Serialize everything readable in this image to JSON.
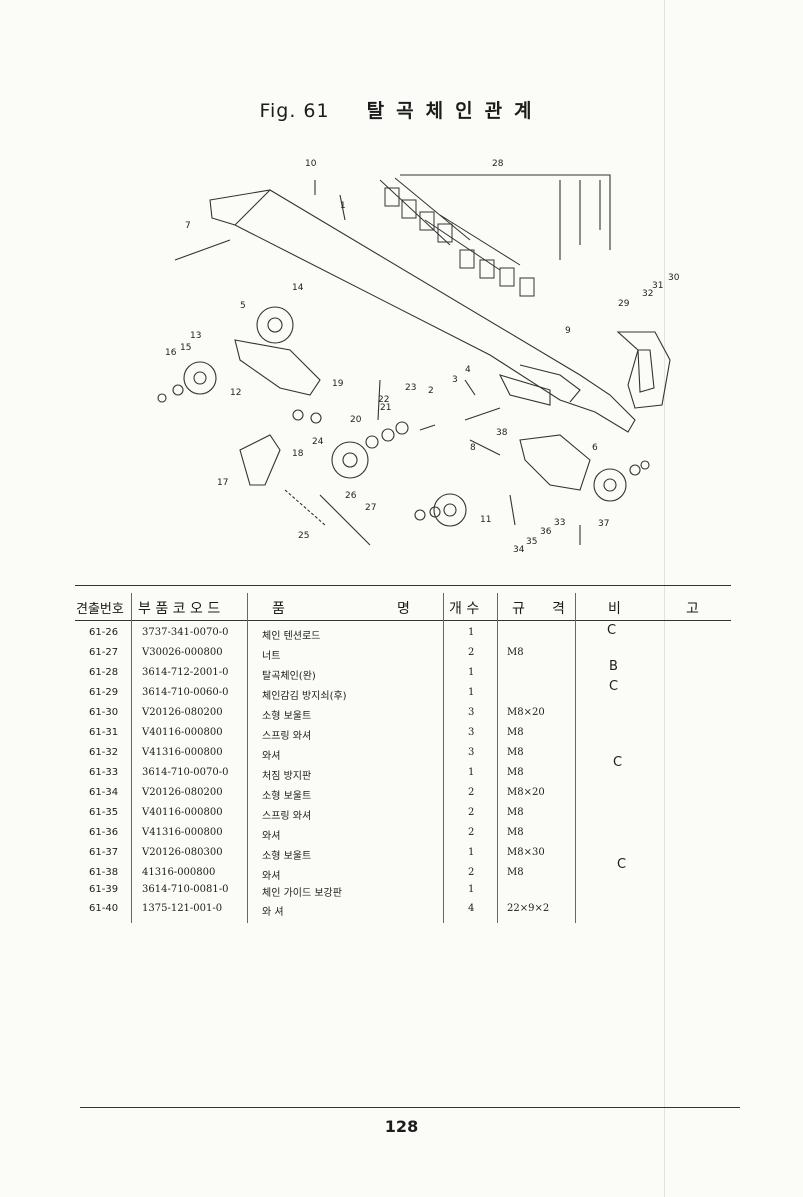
{
  "figure": {
    "number": "Fig. 61",
    "name": "탈곡체인관계"
  },
  "diagram_callouts": [
    "1",
    "2",
    "3",
    "4",
    "5",
    "6",
    "7",
    "8",
    "9",
    "10",
    "11",
    "12",
    "13",
    "14",
    "15",
    "16",
    "17",
    "18",
    "19",
    "20",
    "21",
    "22",
    "23",
    "24",
    "25",
    "26",
    "27",
    "28",
    "29",
    "30",
    "31",
    "32",
    "33",
    "34",
    "35",
    "36",
    "37",
    "38"
  ],
  "table": {
    "headers": [
      "견출번호",
      "부 품 코 오 드",
      "품",
      "명",
      "개 수",
      "규",
      "격",
      "비",
      "고"
    ],
    "rows": [
      {
        "code": "61-26",
        "part": "3737-341-0070-0",
        "name": "체인 텐션로드",
        "qty": "1",
        "spec": "",
        "note": "C"
      },
      {
        "code": "61-27",
        "part": "V30026-000800",
        "name": "너트",
        "qty": "2",
        "spec": "M8",
        "note": ""
      },
      {
        "code": "61-28",
        "part": "3614-712-2001-0",
        "name": "탈곡체인(완)",
        "qty": "1",
        "spec": "",
        "note": "B"
      },
      {
        "code": "61-29",
        "part": "3614-710-0060-0",
        "name": "체인감김 방지쇠(후)",
        "qty": "1",
        "spec": "",
        "note": "C"
      },
      {
        "code": "61-30",
        "part": "V20126-080200",
        "name": "소형 보울트",
        "qty": "3",
        "spec": "M8×20",
        "note": ""
      },
      {
        "code": "61-31",
        "part": "V40116-000800",
        "name": "스프링 와셔",
        "qty": "3",
        "spec": "M8",
        "note": ""
      },
      {
        "code": "61-32",
        "part": "V41316-000800",
        "name": "와셔",
        "qty": "3",
        "spec": "M8",
        "note": ""
      },
      {
        "code": "61-33",
        "part": "3614-710-0070-0",
        "name": "처짐 방지판",
        "qty": "1",
        "spec": "M8",
        "note": "C"
      },
      {
        "code": "61-34",
        "part": "V20126-080200",
        "name": "소형 보울트",
        "qty": "2",
        "spec": "M8×20",
        "note": ""
      },
      {
        "code": "61-35",
        "part": "V40116-000800",
        "name": "스프링 와셔",
        "qty": "2",
        "spec": "M8",
        "note": ""
      },
      {
        "code": "61-36",
        "part": "V41316-000800",
        "name": "와셔",
        "qty": "2",
        "spec": "M8",
        "note": ""
      },
      {
        "code": "61-37",
        "part": "V20126-080300",
        "name": "소형 보울트",
        "qty": "1",
        "spec": "M8×30",
        "note": ""
      },
      {
        "code": "61-38",
        "part": "41316-000800",
        "name": "와셔",
        "qty": "2",
        "spec": "M8",
        "note": "C"
      },
      {
        "code": "61-39",
        "part": "3614-710-0081-0",
        "name": "체인 가이드 보강판",
        "qty": "1",
        "spec": "",
        "note": ""
      },
      {
        "code": "61-40",
        "part": "1375-121-001-0",
        "name": "와 셔",
        "qty": "4",
        "spec": "22×9×2",
        "note": ""
      }
    ]
  },
  "page_number": "128"
}
